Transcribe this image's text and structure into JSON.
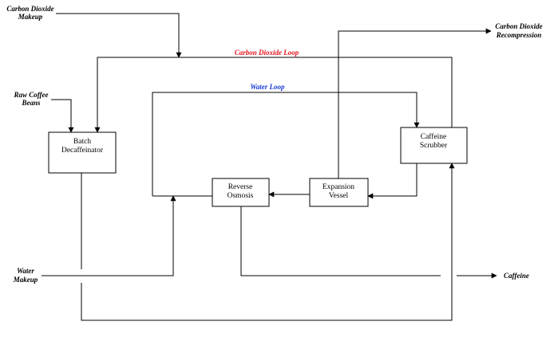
{
  "diagram": {
    "colors": {
      "co2_loop": "#e8141e",
      "water_loop": "#1a3ad6",
      "lines": "#000000"
    },
    "boxes": {
      "batch": [
        "Batch",
        "Decaffeinator"
      ],
      "scrubber": [
        "Caffeine",
        "Scrubber"
      ],
      "expansion": [
        "Expansion",
        "Vessel"
      ],
      "reverse": [
        "Reverse",
        "Osmosis"
      ]
    },
    "external": {
      "co2_makeup": [
        "Carbon Dioxide",
        "Makeup"
      ],
      "co2_recompression": [
        "Carbon Dioxide",
        "Recompression"
      ],
      "raw_coffee": [
        "Raw Coffee",
        "Beans"
      ],
      "water_makeup": [
        "Water",
        "Makeup"
      ],
      "caffeine": [
        "Caffeine"
      ]
    },
    "loops": {
      "co2": "Carbon Dioxide Loop",
      "water": "Water Loop"
    }
  }
}
